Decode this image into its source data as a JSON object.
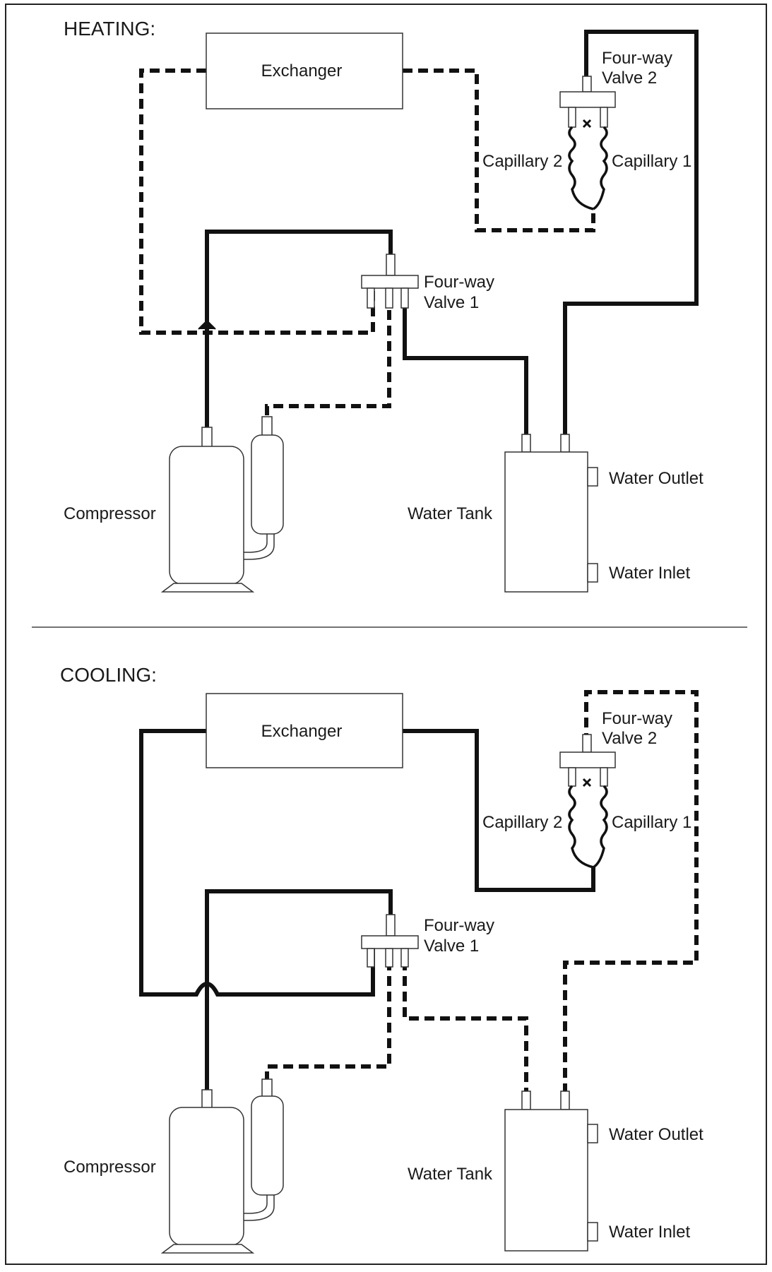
{
  "colors": {
    "line": "#111111",
    "outline": "#333333",
    "background": "#ffffff"
  },
  "heating": {
    "title": "HEATING:",
    "exchanger": "Exchanger",
    "valve2": [
      "Four-way",
      "Valve 2"
    ],
    "capillary2": "Capillary 2",
    "capillary1": "Capillary 1",
    "valve1": [
      "Four-way",
      "Valve 1"
    ],
    "compressor": "Compressor",
    "water_tank": "Water Tank",
    "water_outlet": "Water Outlet",
    "water_inlet": "Water Inlet"
  },
  "cooling": {
    "title": "COOLING:",
    "exchanger": "Exchanger",
    "valve2": [
      "Four-way",
      "Valve 2"
    ],
    "capillary2": "Capillary 2",
    "capillary1": "Capillary 1",
    "valve1": [
      "Four-way",
      "Valve 1"
    ],
    "compressor": "Compressor",
    "water_tank": "Water Tank",
    "water_outlet": "Water Outlet",
    "water_inlet": "Water Inlet"
  }
}
